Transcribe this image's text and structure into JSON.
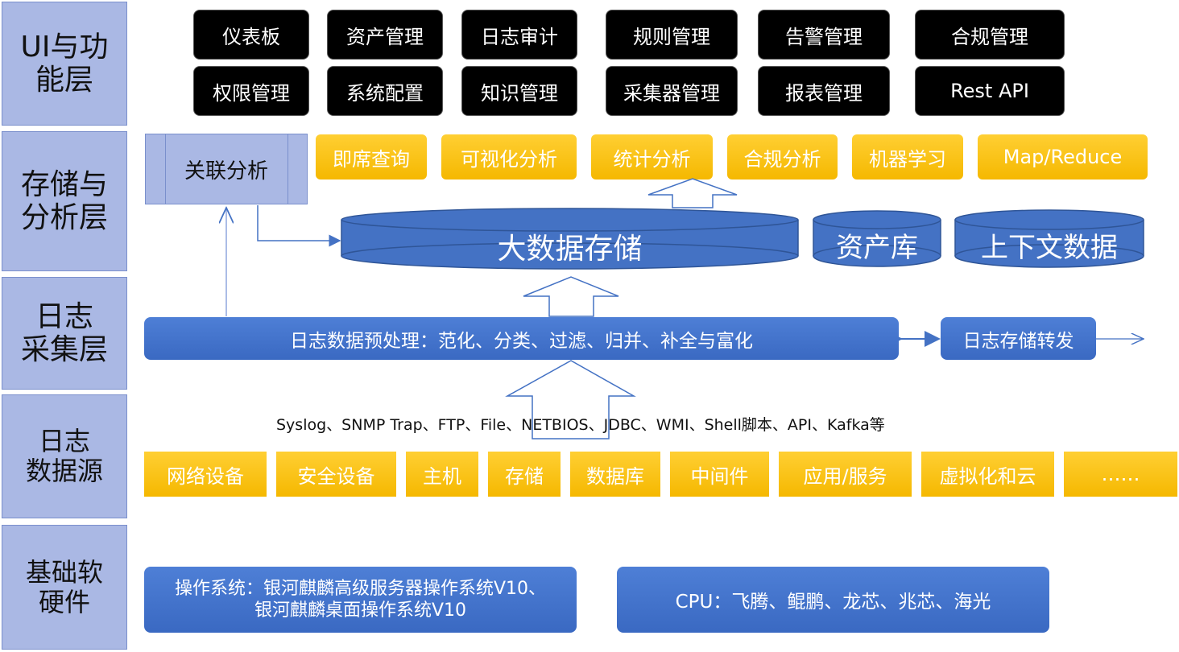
{
  "layers": [
    {
      "label": "UI与功\n能层"
    },
    {
      "label": "存储与\n分析层"
    },
    {
      "label": "日志\n采集层"
    },
    {
      "label": "日志\n数据源"
    },
    {
      "label": "基础软\n硬件"
    }
  ],
  "ui_layer": {
    "row1": [
      "仪表板",
      "资产管理",
      "日志审计",
      "规则管理",
      "告警管理",
      "合规管理"
    ],
    "row2": [
      "权限管理",
      "系统配置",
      "知识管理",
      "采集器管理",
      "报表管理",
      "Rest API"
    ]
  },
  "analysis": {
    "correlation": "关联分析",
    "items": [
      "即席查询",
      "可视化分析",
      "统计分析",
      "合规分析",
      "机器学习",
      "Map/Reduce"
    ]
  },
  "storage": {
    "big_data": "大数据存储",
    "asset_db": "资产库",
    "context_data": "上下文数据"
  },
  "collection": {
    "preprocess": "日志数据预处理：范化、分类、过滤、归并、补全与富化",
    "forward": "日志存储转发"
  },
  "sources": {
    "protocols": "Syslog、SNMP Trap、FTP、File、NETBIOS、JDBC、WMI、Shell脚本、API、Kafka等",
    "items": [
      "网络设备",
      "安全设备",
      "主机",
      "存储",
      "数据库",
      "中间件",
      "应用/服务",
      "虚拟化和云",
      "……"
    ]
  },
  "infra": {
    "os_line1": "操作系统：银河麒麟高级服务器操作系统V10、",
    "os_line2": "银河麒麟桌面操作系统V10",
    "cpu": "CPU：飞腾、鲲鹏、龙芯、兆芯、海光"
  },
  "colors": {
    "layer_bg": "#aab8e4",
    "gold": "#f5b800",
    "blue": "#3a69c2",
    "black": "#000000"
  }
}
